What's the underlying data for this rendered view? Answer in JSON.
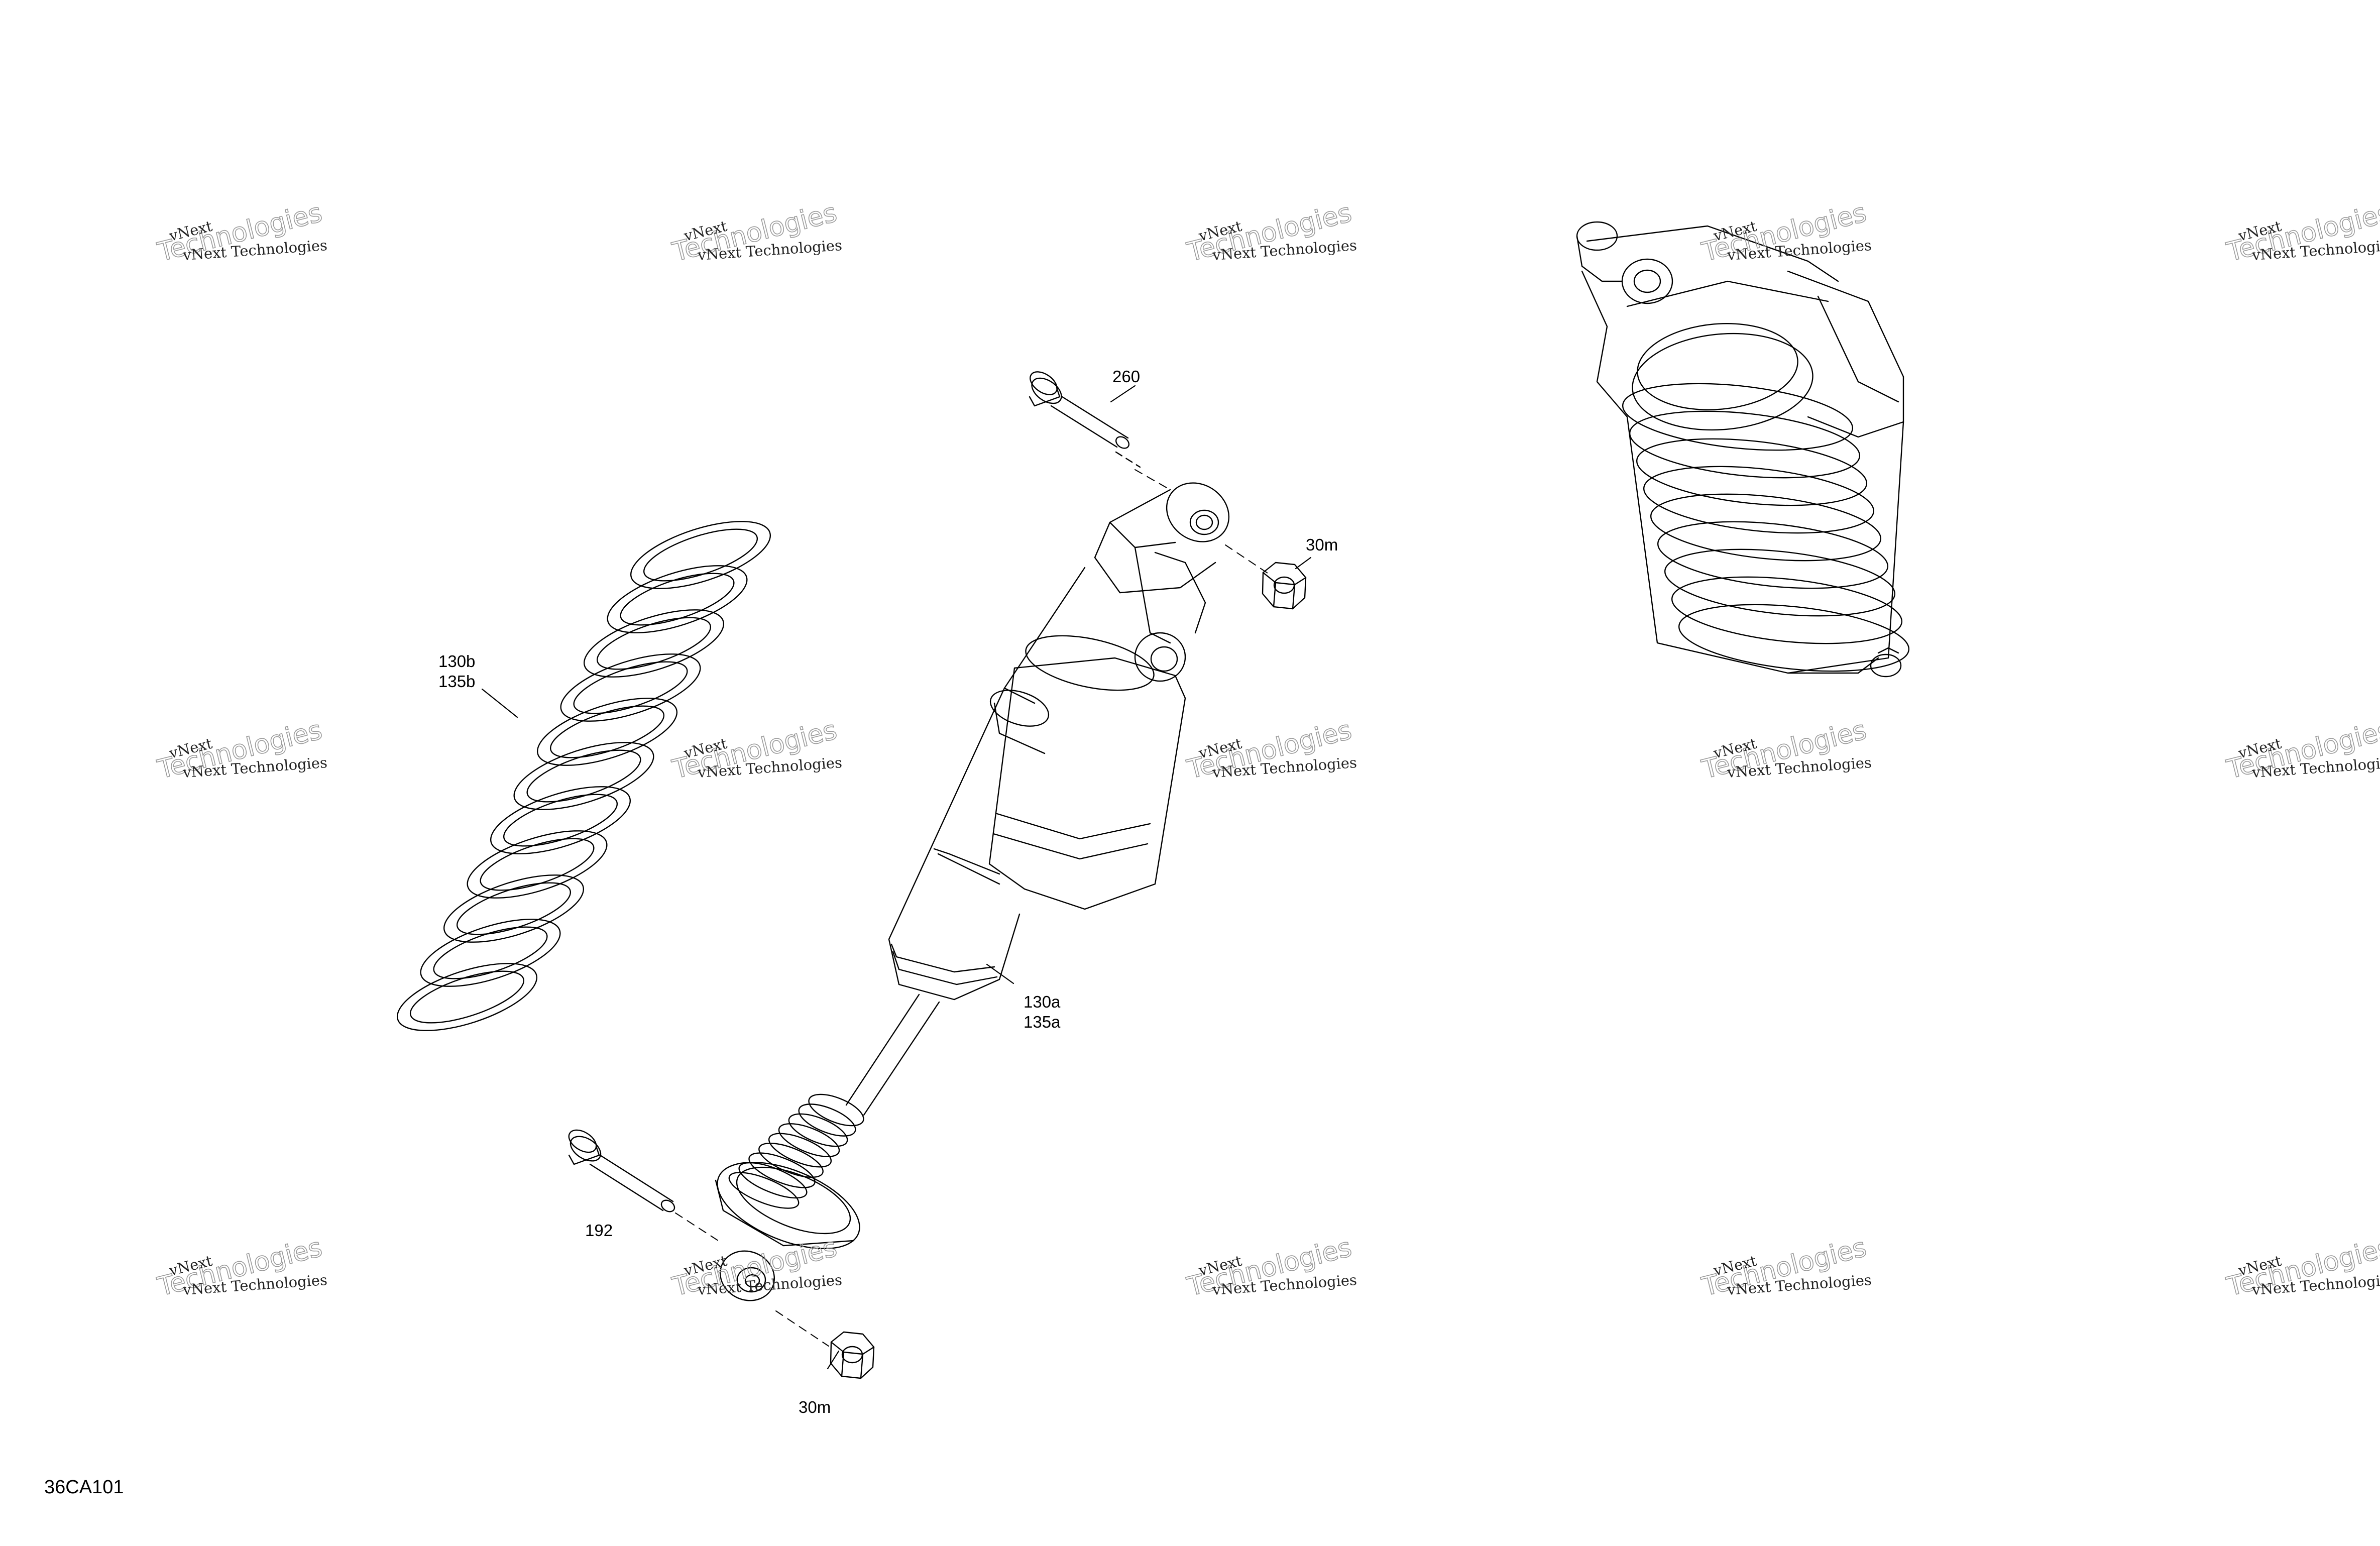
{
  "figure_code": "36CA101",
  "callouts": {
    "bolt_upper": "260",
    "nut_upper": "30m",
    "spring": [
      "130b",
      "135b"
    ],
    "shock_body": [
      "130a",
      "135a"
    ],
    "bolt_lower": "192",
    "nut_lower": "30m"
  },
  "watermark": {
    "line1": "vNext",
    "line2": "Technologies",
    "line3": "vNext Technologies"
  }
}
